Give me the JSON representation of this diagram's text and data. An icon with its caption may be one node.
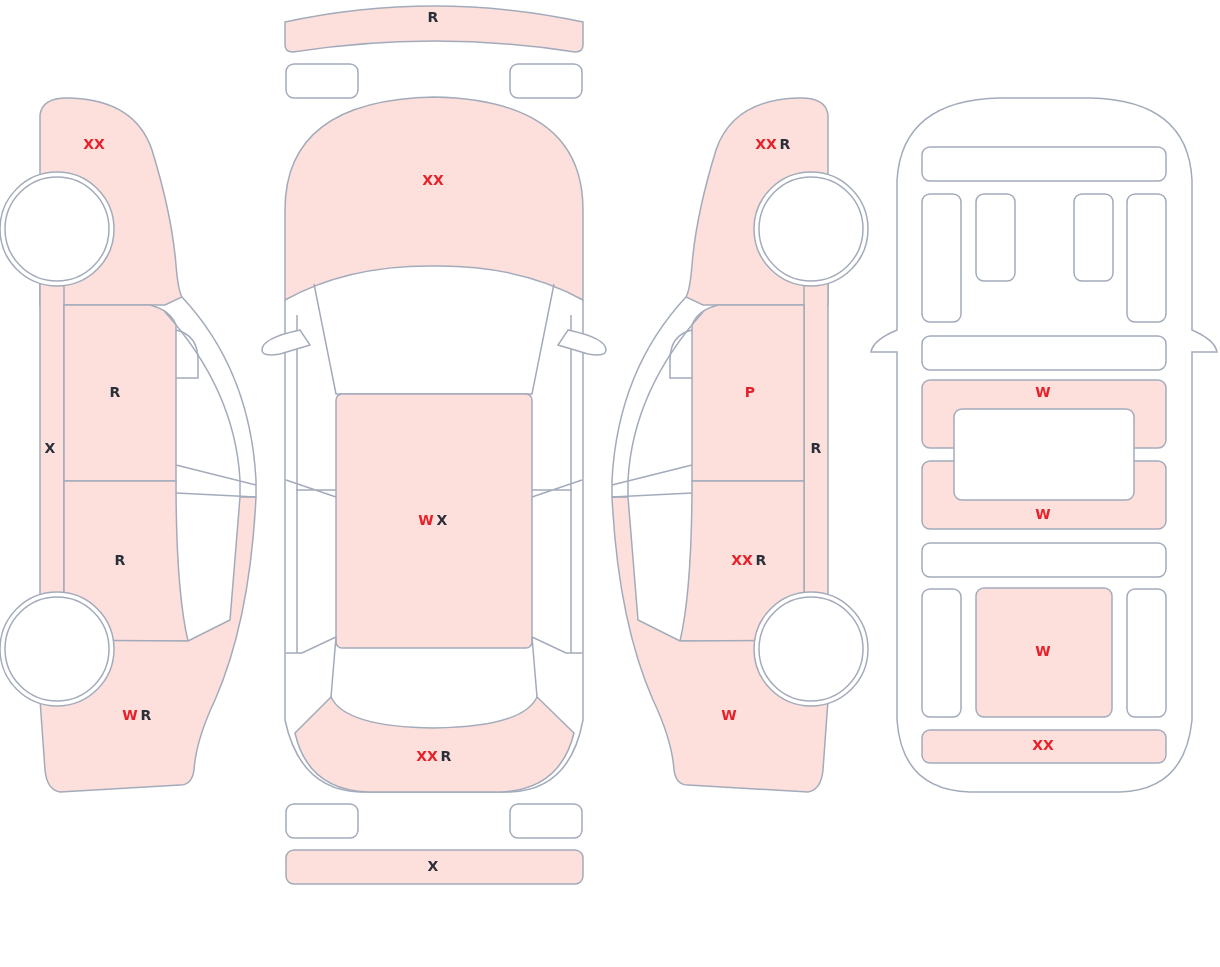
{
  "diagram": {
    "labels": [
      "R",
      "XX",
      "XX",
      "R",
      "XX",
      "R",
      "P",
      "W",
      "X",
      "R",
      "W",
      "W",
      "X",
      "R",
      "XX",
      "R",
      "W",
      "W",
      "R",
      "W",
      "XX",
      "XX",
      "R",
      "X"
    ]
  }
}
